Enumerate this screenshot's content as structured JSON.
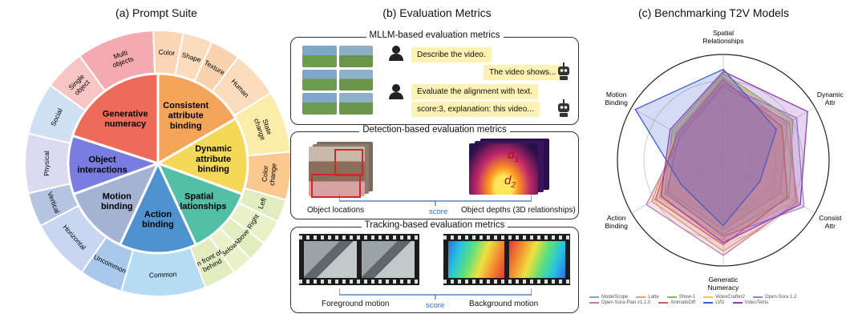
{
  "panels": {
    "a_title": "(a) Prompt Suite",
    "b_title": "(b) Evaluation Metrics",
    "c_title": "(c) Benchmarking T2V Models"
  },
  "wheel": {
    "inner": [
      {
        "label": "Generative\nnumeracy",
        "color": "#ee6a5b",
        "start": -72,
        "end": 0
      },
      {
        "label": "Consistent\nattribute\nbinding",
        "color": "#f4a55a",
        "start": 0,
        "end": 60
      },
      {
        "label": "Dynamic\nattribute\nbinding",
        "color": "#f4d857",
        "start": 60,
        "end": 110
      },
      {
        "label": "Spatial\nrelationships",
        "color": "#52bfa6",
        "start": 110,
        "end": 155
      },
      {
        "label": "Action\nbinding",
        "color": "#4e92cf",
        "start": 155,
        "end": 205
      },
      {
        "label": "Motion\nbinding",
        "color": "#a4b3d3",
        "start": 205,
        "end": 250
      },
      {
        "label": "Object\ninteractions",
        "color": "#7a7de0",
        "start": 250,
        "end": 288
      }
    ],
    "outer": [
      {
        "label": "Single\nobject",
        "color": "#f7c6c4",
        "start": -54,
        "end": -36
      },
      {
        "label": "Multi\nobjects",
        "color": "#f3aab0",
        "start": -36,
        "end": -2
      },
      {
        "label": "Color",
        "color": "#fad6b6",
        "start": -2,
        "end": 11
      },
      {
        "label": "Shape",
        "color": "#fbdcbd",
        "start": 11,
        "end": 24
      },
      {
        "label": "Texture",
        "color": "#fad2ad",
        "start": 24,
        "end": 37
      },
      {
        "label": "Human",
        "color": "#fbdcbd",
        "start": 37,
        "end": 58
      },
      {
        "label": "State\nchange",
        "color": "#fbecaa",
        "start": 58,
        "end": 85
      },
      {
        "label": "Color\nchange",
        "color": "#f9c98f",
        "start": 85,
        "end": 106
      },
      {
        "label": "Left",
        "color": "#e2ecbe",
        "start": 106,
        "end": 116
      },
      {
        "label": "Right",
        "color": "#eaf1c9",
        "start": 116,
        "end": 127
      },
      {
        "label": "Above",
        "color": "#e2ecbe",
        "start": 127,
        "end": 136
      },
      {
        "label": "Below",
        "color": "#eaf1c9",
        "start": 136,
        "end": 145
      },
      {
        "label": "in front of\nbehind",
        "color": "#e2ecbe",
        "start": 145,
        "end": 159
      },
      {
        "label": "Common",
        "color": "#b5dcf3",
        "start": 159,
        "end": 196
      },
      {
        "label": "Uncommon",
        "color": "#a9c9eb",
        "start": 196,
        "end": 215
      },
      {
        "label": "Horizontal",
        "color": "#c9d6f1",
        "start": 215,
        "end": 242
      },
      {
        "label": "Vertical",
        "color": "#b5c4e0",
        "start": 242,
        "end": 257
      },
      {
        "label": "Physical",
        "color": "#dcdaf0",
        "start": 257,
        "end": 283
      },
      {
        "label": "Social",
        "color": "#cfe0f4",
        "start": 283,
        "end": 306
      }
    ]
  },
  "metrics": {
    "mllm": {
      "title": "MLLM-based evaluation metrics",
      "q1": "Describe the video.",
      "a1": "The video shows...",
      "q2": "Evaluate the alignment with text.",
      "a2": "score:3, explanation: this video..."
    },
    "detection": {
      "title": "Detection-based evaluation metrics",
      "cap_left": "Object locations",
      "cap_right": "Object depths (3D relationships)",
      "score": "score",
      "d1": "d",
      "d1_sub": "1",
      "d2": "d",
      "d2_sub": "2"
    },
    "tracking": {
      "title": "Tracking-based evaluation metrics",
      "cap_left": "Foreground motion",
      "cap_right": "Background motion",
      "score": "score"
    }
  },
  "radar_axes": [
    {
      "label": "Spatial\nRelationships"
    },
    {
      "label": "Dynamic\nAttr"
    },
    {
      "label": "Consist\nAttr"
    },
    {
      "label": "Generatic\nNumeracy"
    },
    {
      "label": "Action\nBinding"
    },
    {
      "label": "Motion\nBinding"
    }
  ],
  "radar_series": [
    {
      "name": "ModelScope",
      "color": "#8aa0c8",
      "values": [
        0.78,
        0.7,
        0.62,
        0.66,
        0.6,
        0.52
      ]
    },
    {
      "name": "Latte",
      "color": "#e8a15a",
      "values": [
        0.74,
        0.68,
        0.82,
        0.86,
        0.78,
        0.5
      ]
    },
    {
      "name": "Show-1",
      "color": "#7fbf6a",
      "values": [
        0.82,
        0.76,
        0.72,
        0.7,
        0.64,
        0.56
      ]
    },
    {
      "name": "VideoCrafter2",
      "color": "#f0c84c",
      "values": [
        0.8,
        0.74,
        0.78,
        0.74,
        0.7,
        0.54
      ]
    },
    {
      "name": "Open-Sora 1.2",
      "color": "#9a7fd0",
      "values": [
        0.72,
        0.8,
        0.88,
        0.72,
        0.62,
        0.48
      ]
    },
    {
      "name": "Open-Sora-Plan v1.1.0",
      "color": "#c27ca8",
      "values": [
        0.7,
        0.72,
        0.8,
        0.9,
        0.84,
        0.46
      ]
    },
    {
      "name": "AnimateDiff",
      "color": "#d06060",
      "values": [
        0.76,
        0.64,
        0.7,
        0.8,
        0.74,
        0.5
      ]
    },
    {
      "name": "LVD",
      "color": "#3a5fd0",
      "values": [
        0.86,
        0.58,
        0.4,
        0.62,
        0.46,
        0.96
      ]
    },
    {
      "name": "VideoTetris",
      "color": "#8e3fb0",
      "values": [
        0.84,
        0.92,
        0.84,
        0.78,
        0.68,
        0.58
      ]
    }
  ],
  "colors": {
    "accent_blue": "#3568c8",
    "bubble": "#fdf2b3"
  }
}
